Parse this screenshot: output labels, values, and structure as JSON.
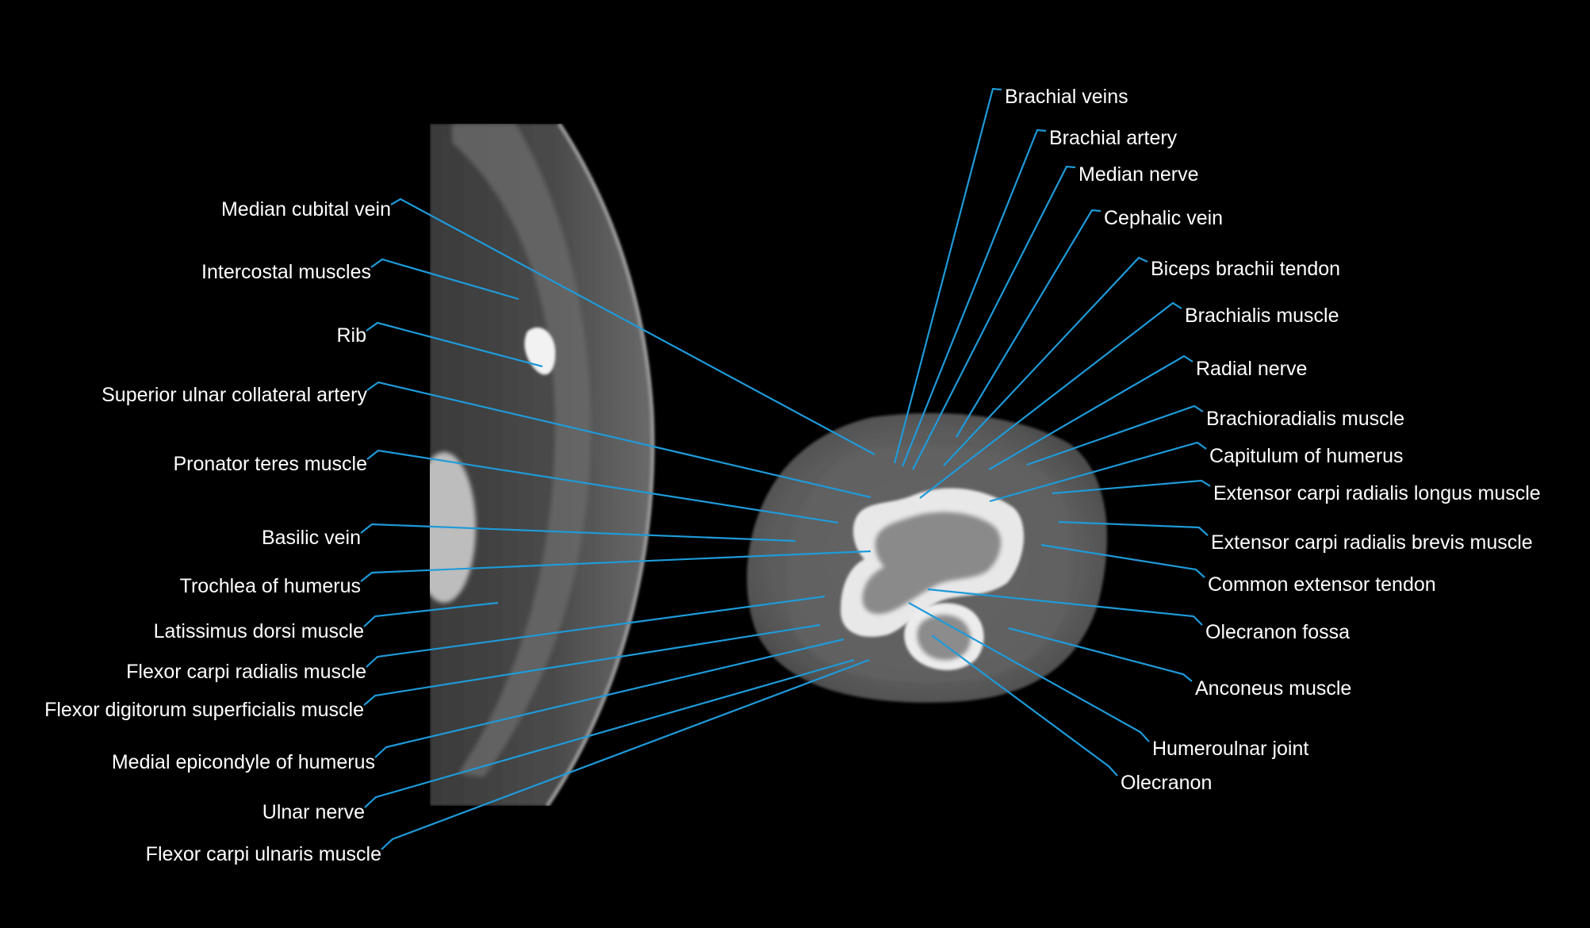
{
  "colors": {
    "background": "#000000",
    "leader": "#1f9ad9",
    "label": "#ffffff"
  },
  "labels_left": [
    "Median cubital vein",
    "Intercostal muscles",
    "Rib",
    "Superior ulnar collateral artery",
    "Pronator teres muscle",
    "Basilic vein",
    "Trochlea of humerus",
    "Latissimus dorsi muscle",
    "Flexor carpi radialis muscle",
    "Flexor digitorum superficialis muscle",
    "Medial epicondyle of humerus",
    "Ulnar nerve",
    "Flexor carpi ulnaris muscle"
  ],
  "labels_right": [
    "Brachial veins",
    "Brachial artery",
    "Median nerve",
    "Cephalic vein",
    "Biceps brachii tendon",
    "Brachialis muscle",
    "Radial nerve",
    "Brachioradialis muscle",
    "Capitulum of humerus",
    "Extensor carpi radialis longus muscle",
    "Extensor carpi radialis brevis muscle",
    "Common extensor tendon",
    "Olecranon fossa",
    "Anconeus muscle",
    "Humeroulnar joint",
    "Olecranon"
  ]
}
